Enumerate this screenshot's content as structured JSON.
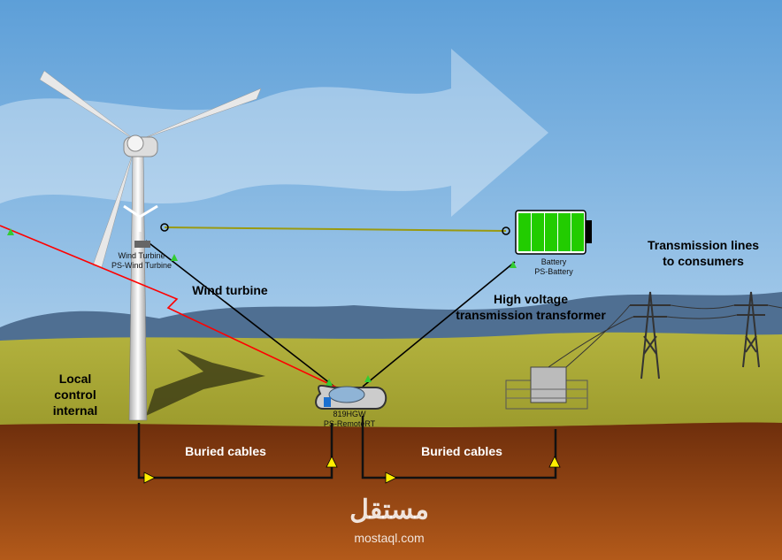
{
  "labels": {
    "wind_turbine": "Wind turbine",
    "local_control": [
      "Local",
      "control",
      "internal"
    ],
    "buried_cables_left": "Buried cables",
    "buried_cables_right": "Buried cables",
    "transformer": [
      "High voltage",
      "transmission transformer"
    ],
    "transmission": [
      "Transmission lines",
      "to consumers"
    ]
  },
  "devices": {
    "turbine": {
      "name": "Wind Turbine",
      "id": "PS-Wind Turbine"
    },
    "router": {
      "name": "819HGW",
      "id": "PS-RemoteRT"
    },
    "battery": {
      "name": "Battery",
      "id": "PS-Battery"
    }
  },
  "watermark": {
    "arabic": "مستقل",
    "url": "mostaql.com"
  },
  "colors": {
    "sky": "#6aa9dc",
    "grass": "#a9a838",
    "soil": "#8a3a12",
    "battery": "#22cc00",
    "link_red": "#ff0000",
    "link_olive": "#9a9a10"
  }
}
